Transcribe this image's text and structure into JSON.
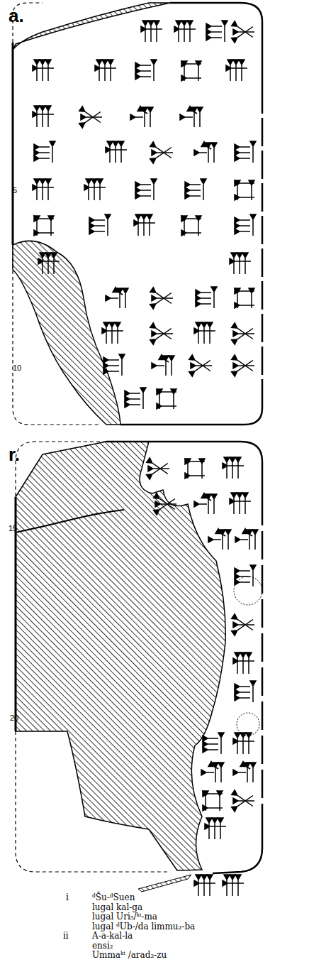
{
  "diagram": {
    "labels": [
      "a.",
      "5",
      "10",
      "r.",
      "15",
      "20",
      "i",
      "ᵈŠu-ᵈSuen",
      "lugal kal-ga",
      "lugal Uri₅/ᵏⁱ-ma",
      "lugal ᵈUb-/da limmu₂-ba",
      "ii",
      "A-a-kal-la",
      "ensi₂",
      "Ummaᵏⁱ /arad₂-zu"
    ]
  }
}
